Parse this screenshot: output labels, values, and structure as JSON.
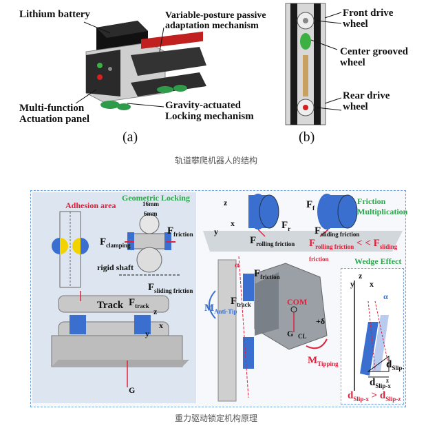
{
  "fig_a": {
    "lithium_battery": "Lithium battery",
    "variable_posture": "Variable-posture passive adaptation mechanism",
    "multi_function": "Multi-function Actuation panel",
    "gravity_actuated": "Gravity-actuated Locking mechanism",
    "label": "(a)"
  },
  "fig_b": {
    "front_drive": "Front drive wheel",
    "center_grooved": "Center grooved wheel",
    "rear_drive": "Rear drive wheel",
    "label": "(b)"
  },
  "caption1": "轨道攀爬机器人的结构",
  "caption2": "重力驱动锁定机构原理",
  "fig2": {
    "adhesion_area": "Adhesion area",
    "geometric_locking": "Geometric Locking",
    "dim_16mm": "16mm",
    "dim_6mm": "6mm",
    "f_clamping": "F",
    "f_clamping_sub": "clamping",
    "f_friction": "F",
    "f_friction_sub": "friction",
    "rigid_shaft": "rigid shaft",
    "f_sliding": "F",
    "f_sliding_sub": "sliding friction",
    "track": "Track",
    "f_track": "F",
    "f_track_sub": "track",
    "axis_z": "z",
    "axis_y": "y",
    "axis_x": "x",
    "g": "G",
    "friction_multiplication": "Friction Multiplication",
    "fr_f": "F",
    "fr_f_sub": "r",
    "f_top": "F",
    "f_top_sub": "f",
    "f_rolling": "F",
    "f_rolling_sub": "rolling friction",
    "f_sliding2": "F",
    "f_sliding2_sub": "sliding friction",
    "ineq": "F rolling friction < < F sliding friction",
    "ineq_a": "F",
    "ineq_a_sub": "rolling friction",
    "ineq_mid": " < <",
    "ineq_b": "F",
    "ineq_b_sub": "sliding friction",
    "wedge_effect": "Wedge Effect",
    "alpha": "α",
    "f_fric3": "F",
    "f_fric3_sub": "friction",
    "f_track2": "F",
    "f_track2_sub": "track",
    "m_anti": "M",
    "m_anti_sub": "Anti-Tip",
    "com": "COM",
    "delta": "+δ",
    "cl": "CL",
    "g2": "G",
    "m_tipping": "M",
    "m_tipping_sub": "Tipping",
    "d_slip_z": "d",
    "d_slip_z_sub": "Slip-z",
    "d_slip_x": "d",
    "d_slip_x_sub": "Slip-x",
    "d_ineq_a": "d",
    "d_ineq_a_sub": "Slip-x",
    "d_ineq_mid": " > ",
    "d_ineq_b": "d",
    "d_ineq_b_sub": "Slip-z"
  },
  "colors": {
    "red": "#e0203a",
    "green": "#2aa84a",
    "blue": "#3a6fd0",
    "border": "#6aa0d8"
  }
}
